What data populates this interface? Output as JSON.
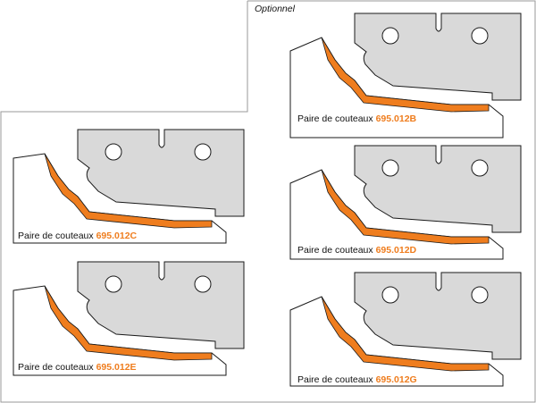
{
  "optional_title": "Optionnel",
  "colors": {
    "frame": "#9a9a9a",
    "knife_fill": "#d9d9d9",
    "knife_stroke": "#1a1a1a",
    "profile_orange": "#ef7d1e",
    "text": "#111111"
  },
  "knives": [
    {
      "label": "Paire de couteaux",
      "code": "695.012B"
    },
    {
      "label": "Paire de couteaux",
      "code": "695.012C"
    },
    {
      "label": "Paire de couteaux",
      "code": "695.012D"
    },
    {
      "label": "Paire de couteaux",
      "code": "695.012E"
    },
    {
      "label": "Paire de couteaux",
      "code": "695.012G"
    }
  ]
}
